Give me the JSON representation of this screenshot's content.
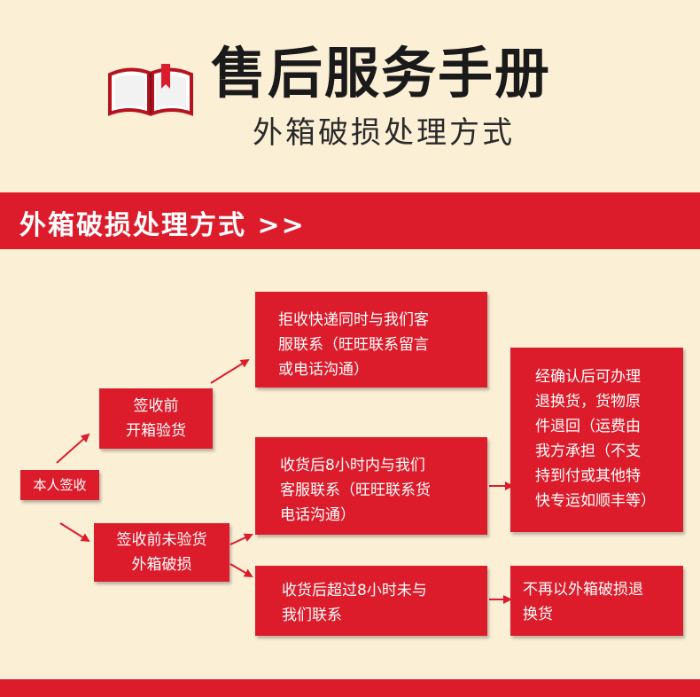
{
  "header": {
    "title": "售后服务手册",
    "subtitle": "外箱破损处理方式"
  },
  "banner": {
    "text": "外箱破损处理方式 >>"
  },
  "flow": {
    "start": "本人签收",
    "check_before": "签收前\n开箱验货",
    "damaged_unchecked": "签收前未验货\n外箱破损",
    "refuse": "拒收快递同时与我们客\n服联系（旺旺联系留言\n或电话沟通）",
    "within_8h": "收货后8小时内与我们\n客服联系（旺旺联系货\n电话沟通）",
    "after_8h": "收货后超过8小时未与\n我们联系",
    "return_ok": "经确认后可办理\n退换货，货物原\n件退回（运费由\n我方承担（不支\n持到付或其他特\n快专运如顺丰等）",
    "no_return": "不再以外箱破损退\n换货"
  },
  "colors": {
    "background": "#fbefd6",
    "accent": "#dd1c2b",
    "text_dark": "#1a1a1a"
  },
  "icons": {
    "book": "open-book-icon"
  }
}
